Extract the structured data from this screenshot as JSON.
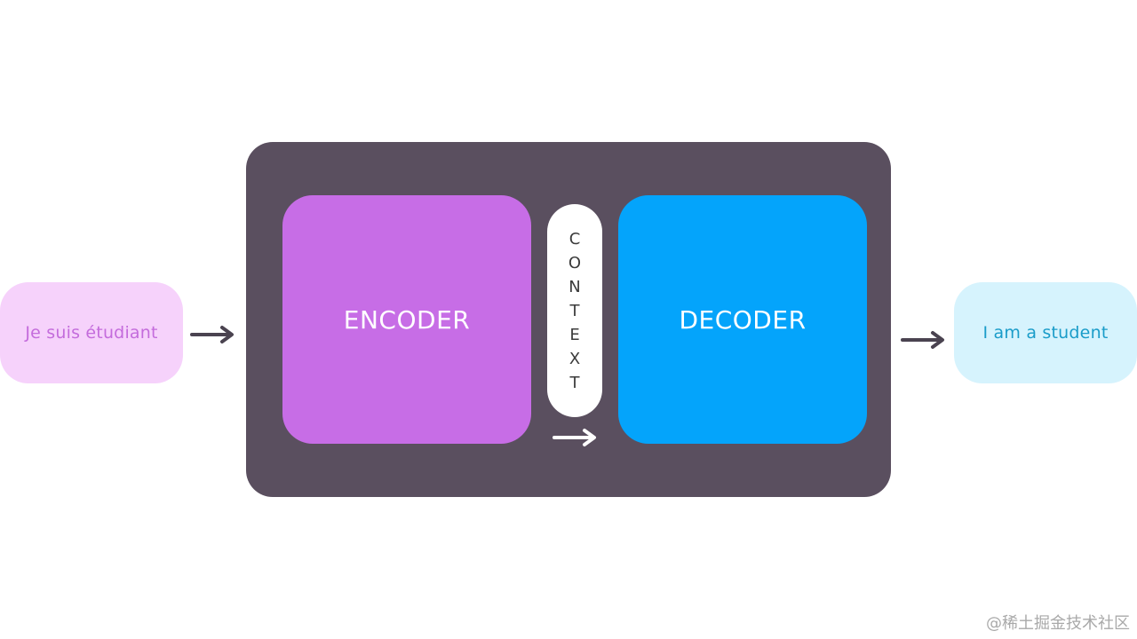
{
  "diagram": {
    "input_text": "Je suis étudiant",
    "output_text": "I am a student",
    "encoder_label": "ENCODER",
    "decoder_label": "DECODER",
    "context_label": "CONTEXT"
  },
  "watermark": "@稀土掘金技术社区",
  "colors": {
    "input_bg": "#f6d2fb",
    "input_text": "#c46cdc",
    "output_bg": "#d6f3fd",
    "output_text": "#1a9cc9",
    "container": "#5a4f5f",
    "encoder": "#c76de6",
    "decoder": "#04a4fb",
    "arrow": "#4a4350"
  }
}
